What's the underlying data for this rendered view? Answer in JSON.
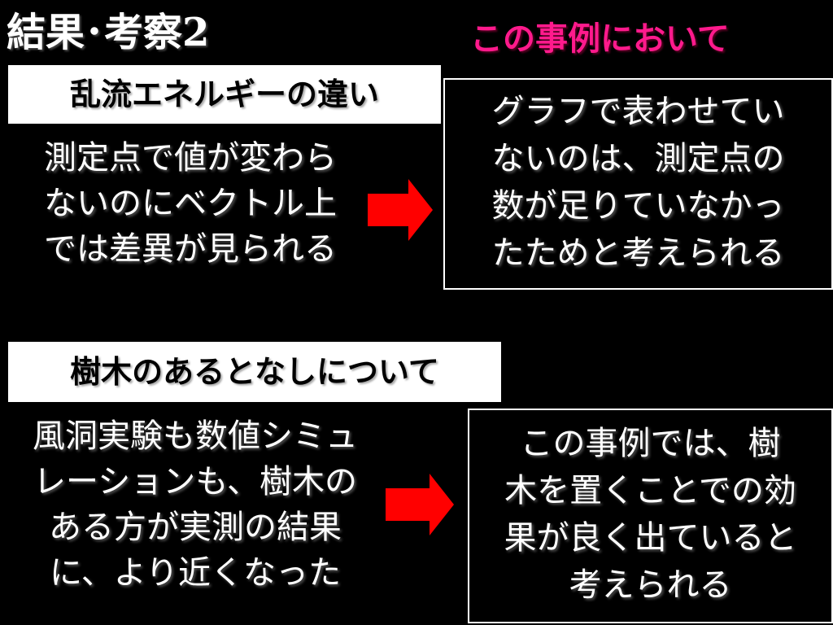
{
  "title": "結果･考察2",
  "subtitle": "この事例において",
  "section1": {
    "label": "乱流エネルギーの違い",
    "text_lines": [
      "測定点で値が変わら",
      "ないのにベクトル上",
      "では差異が見られる"
    ],
    "result_lines": [
      "グラフで表わせてい",
      "ないのは、測定点の",
      "数が足りていなかっ",
      "たためと考えられる"
    ]
  },
  "section2": {
    "label": "樹木のあるとなしについて",
    "text_lines": [
      "風洞実験も数値シミュ",
      "レーションも、樹木の",
      "ある方が実測の結果",
      "に、より近くなった"
    ],
    "result_lines": [
      "この事例では、樹",
      "木を置くことでの効",
      "果が良く出ていると",
      "考えられる"
    ]
  },
  "colors": {
    "background": "#000000",
    "subtitle": "#ff1a8c",
    "arrow": "#ff0000",
    "label_bg": "#ffffff"
  },
  "icons": [
    "right-arrow-icon"
  ]
}
